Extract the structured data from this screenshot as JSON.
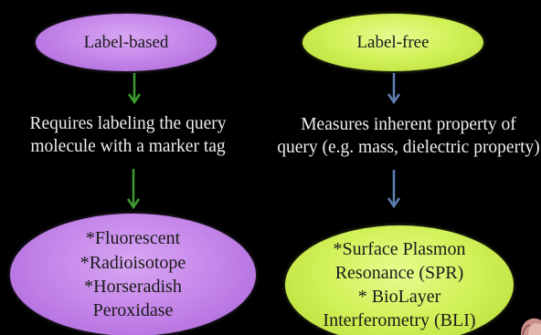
{
  "label_based": {
    "title": "Label-based",
    "description_lines": [
      "Requires labeling the query",
      "molecule with a marker tag"
    ],
    "examples": [
      "*Fluorescent",
      "*Radioisotope",
      "*Horseradish",
      "Peroxidase"
    ],
    "color": "#c688ea",
    "arrow_color": "#3c9a2e"
  },
  "label_free": {
    "title": "Label-free",
    "description_lines": [
      "Measures inherent property of",
      "query (e.g. mass, dielectric property)"
    ],
    "examples": [
      "*Surface Plasmon",
      "Resonance (SPR)",
      "* BioLayer",
      "Interferometry (BLI)"
    ],
    "color": "#d2f25a",
    "arrow_color": "#5b7fb0"
  }
}
